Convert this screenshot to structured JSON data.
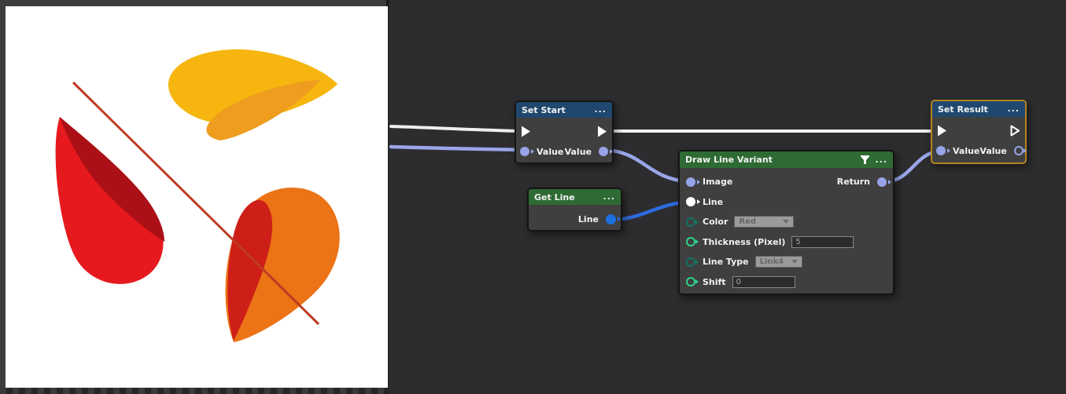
{
  "preview": {
    "canvas_colors": {
      "background": "#ffffff",
      "yellow": "#F6B50F",
      "yellow_shade": "#EE9D1F",
      "red": "#E6191E",
      "red_shade": "#AB1016",
      "orange": "#EC7316",
      "orange_red_overlay": "#CD1F18",
      "diagonal_line": "#BE3A21"
    }
  },
  "graph": {
    "wire_colors": {
      "exec": "#efefef",
      "value": "#9aa6e8",
      "line": "#2d6bdd"
    },
    "port_colors": {
      "exec": "#ffffff",
      "value": "#96a3e6",
      "line_input": "#ffffff",
      "line_output": "#1e6fe0",
      "enum": "#117263",
      "number": "#2ed389"
    },
    "nodes": {
      "set_start": {
        "title": "Set Start",
        "menu": "...",
        "value_in_label": "Value",
        "value_out_label": "Value"
      },
      "get_line": {
        "title": "Get Line",
        "menu": "...",
        "line_label": "Line"
      },
      "draw_line_variant": {
        "title": "Draw Line Variant",
        "menu": "...",
        "header_icon": "filter-funnel-icon",
        "image_label": "Image",
        "return_label": "Return",
        "line_label": "Line",
        "color_label": "Color",
        "color_value": "Red",
        "thickness_label": "Thickness (Pixel)",
        "thickness_value": "5",
        "line_type_label": "Line Type",
        "line_type_value": "Link4",
        "shift_label": "Shift",
        "shift_value": "0"
      },
      "set_result": {
        "title": "Set Result",
        "menu": "...",
        "value_in_label": "Value",
        "value_out_label": "Value"
      }
    }
  }
}
